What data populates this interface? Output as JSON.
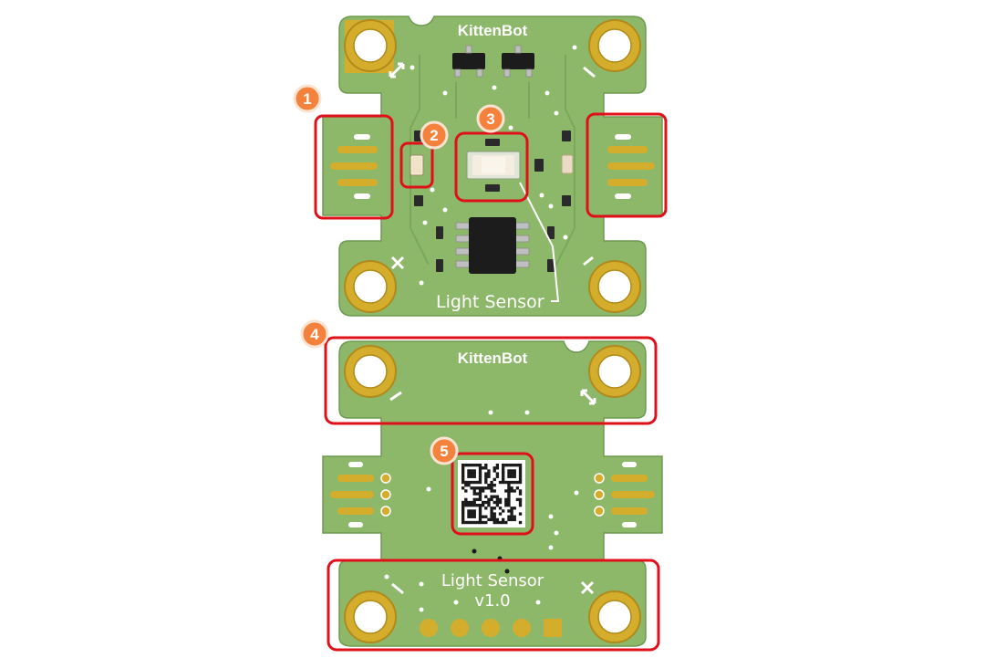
{
  "top_board": {
    "brand": "KittenBot",
    "label": "Light Sensor"
  },
  "bottom_board": {
    "brand": "KittenBot",
    "label": "Light Sensor",
    "version": "v1.0"
  },
  "callouts": [
    {
      "number": "1"
    },
    {
      "number": "2"
    },
    {
      "number": "3"
    },
    {
      "number": "4"
    },
    {
      "number": "5"
    }
  ],
  "colors": {
    "pcb": "#8db86a",
    "gold": "#d4ad2c",
    "highlight": "#e0101a",
    "badge": "#f5823c"
  }
}
